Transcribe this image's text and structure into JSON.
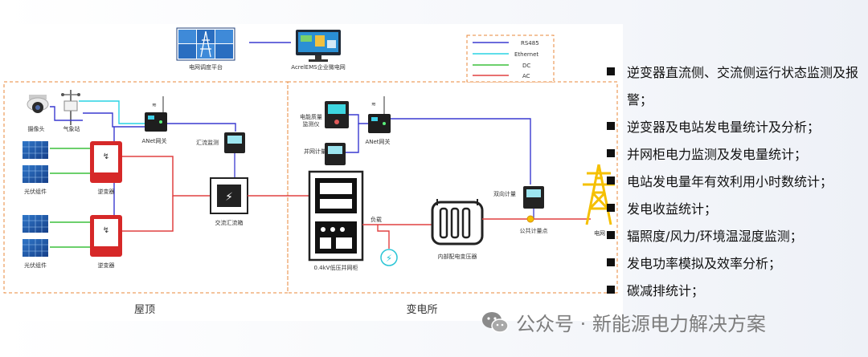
{
  "diagram": {
    "nodes": {
      "grid_dispatch": "电网调度平台",
      "ems": "AcrelEMS企业微电网",
      "camera": "摄像头",
      "weather": "气象站",
      "gateway1": "ANet网关",
      "pv1": "光伏组件",
      "inverter1": "逆变器",
      "pv2": "光伏组件",
      "inverter2": "逆变器",
      "combiner_meter": "汇流监测",
      "combiner_box": "交流汇流箱",
      "pq_monitor": "电能质量\n监测仪",
      "gateway2": "ANet网关",
      "grid_meter": "并网计量",
      "load": "负载",
      "cabinet": "0.4kV低压并网柜",
      "transformer": "内部配电变压器",
      "bi_meter": "双向计量",
      "pcc": "公共计量点",
      "grid": "电网"
    },
    "legend": [
      {
        "label": "RS485",
        "color": "#3a3ad0"
      },
      {
        "label": "Ethernet",
        "color": "#29d3e3"
      },
      {
        "label": "DC",
        "color": "#3cc03c"
      },
      {
        "label": "AC",
        "color": "#e04040"
      }
    ],
    "regions": {
      "roof": "屋顶",
      "substation": "变电所"
    }
  },
  "features": [
    "逆变器直流侧、交流侧运行状态监测及报警；",
    "逆变器及电站发电量统计及分析；",
    "并网柜电力监测及发电量统计；",
    "电站发电量年有效利用小时数统计；",
    "发电收益统计；",
    "辐照度/风力/环境温湿度监测；",
    "发电功率模拟及效率分析；",
    "碳减排统计；"
  ],
  "watermark": "公众号 · 新能源电力解决方案"
}
